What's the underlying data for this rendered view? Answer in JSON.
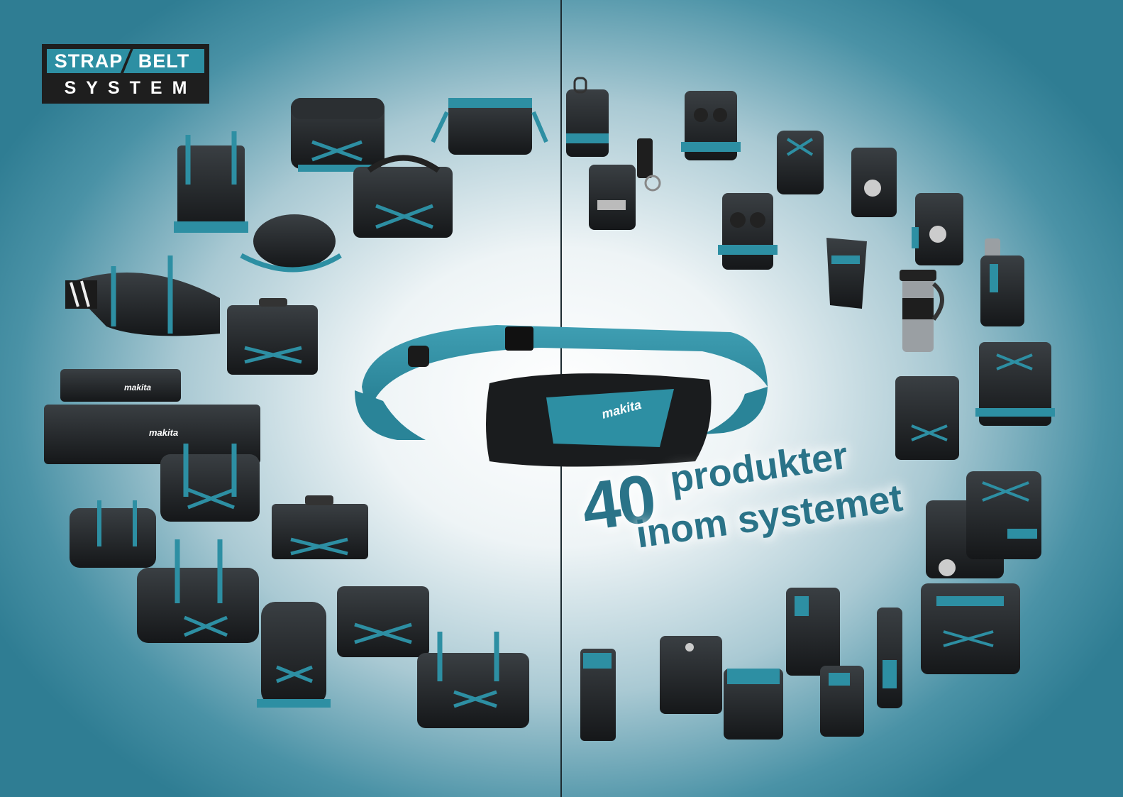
{
  "logo": {
    "strap": "STRAP",
    "belt": "BELT",
    "system": "SYSTEM"
  },
  "headline": {
    "number": "40",
    "line1": "produkter",
    "line2": "inom systemet"
  },
  "brand": "makita",
  "colors": {
    "teal": "#2d8fa3",
    "dark": "#1e1e1e",
    "headline": "#2a7388"
  }
}
